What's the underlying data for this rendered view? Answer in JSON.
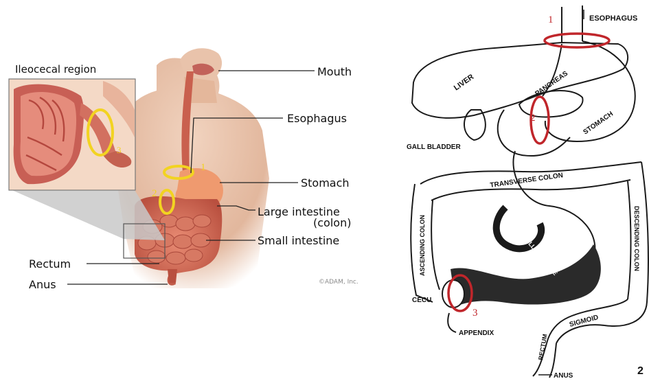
{
  "left_panel": {
    "inset_title": "Ileocecal region",
    "labels": {
      "mouth": "Mouth",
      "esophagus": "Esophagus",
      "stomach": "Stomach",
      "large_intestine": "Large intestine",
      "large_intestine_sub": "(colon)",
      "small_intestine": "Small intestine",
      "rectum": "Rectum",
      "anus": "Anus"
    },
    "credit": "©ADAM, Inc.",
    "markers": [
      "1",
      "2",
      "3"
    ],
    "marker_color": "#f2d321"
  },
  "right_panel": {
    "labels": {
      "esophagus": "ESOPHAGUS",
      "liver": "LIVER",
      "pancreas": "PANCREAS",
      "stomach": "STOMACH",
      "gall_bladder": "GALL BLADDER",
      "transverse_colon": "TRANSVERSE COLON",
      "ascending_colon": "ASCENDING COLON",
      "descending_colon": "DESCENDING COLON",
      "small_intestine": "SMALL INTESTINE",
      "cecum": "CECU",
      "appendix": "APPENDIX",
      "sigmoid": "SIGMOID",
      "rectum": "RECTUM",
      "anus": "ANUS",
      "page_number": "2"
    },
    "markers": [
      "1",
      "2",
      "3"
    ],
    "marker_color": "#c0262b"
  }
}
